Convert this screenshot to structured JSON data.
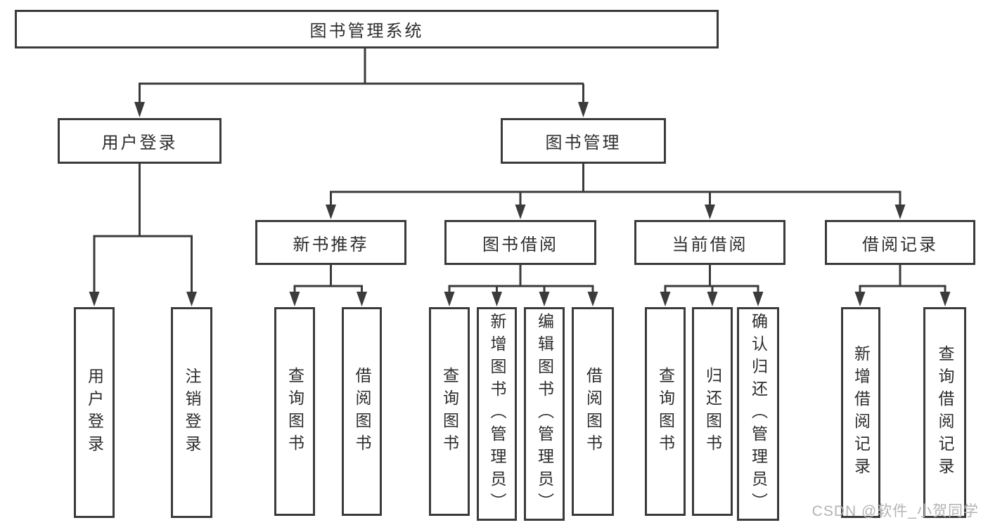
{
  "colors": {
    "line": "#3b3b3b",
    "box_border": "#3b3b3b",
    "text": "#2d2d2d",
    "box_background": "#ffffff",
    "watermark_color": "#b3b3b3"
  },
  "watermark": {
    "text": "CSDN @软件_小贺同学"
  },
  "tree": {
    "root": {
      "label": "图书管理系统"
    },
    "branches": [
      {
        "label": "用户登录",
        "children": [
          {
            "label": "用户登录"
          },
          {
            "label": "注销登录"
          }
        ]
      },
      {
        "label": "图书管理",
        "groups": [
          {
            "label": "新书推荐",
            "children": [
              {
                "label": "查询图书"
              },
              {
                "label": "借阅图书"
              }
            ]
          },
          {
            "label": "图书借阅",
            "children": [
              {
                "label": "查询图书"
              },
              {
                "label": "新增图书（管理员）"
              },
              {
                "label": "编辑图书（管理员）"
              },
              {
                "label": "借阅图书"
              }
            ]
          },
          {
            "label": "当前借阅",
            "children": [
              {
                "label": "查询图书"
              },
              {
                "label": "归还图书"
              },
              {
                "label": "确认归还（管理员）"
              }
            ]
          },
          {
            "label": "借阅记录",
            "children": [
              {
                "label": "新增借阅记录"
              },
              {
                "label": "查询借阅记录"
              }
            ]
          }
        ]
      }
    ]
  }
}
